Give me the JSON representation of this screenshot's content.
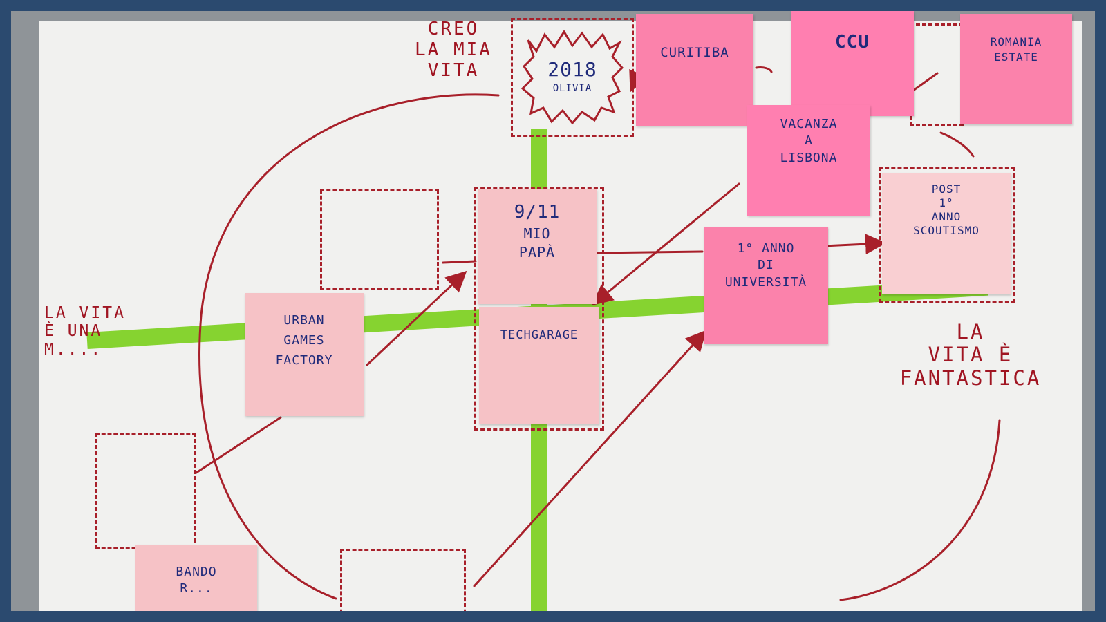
{
  "headings": {
    "creo_la_mia_vita": [
      "CREO",
      "LA MIA",
      "VITA"
    ],
    "la_vita_e_una_m": [
      "LA VITA",
      "È UNA",
      "M...."
    ],
    "la_vita_e_fantastica": [
      "LA",
      "VITA È",
      "FANTASTICA"
    ]
  },
  "notes": {
    "olivia": [
      "2018",
      "OLIVIA"
    ],
    "curitiba": [
      "CURITIBA"
    ],
    "ccu": [
      "CCU"
    ],
    "romania": [
      "ROMANIA",
      "ESTATE"
    ],
    "lisbona": [
      "VACANZA",
      "A",
      "LISBONA"
    ],
    "papa": [
      "9/11",
      "MIO",
      "PAPÀ"
    ],
    "universita": [
      "1° ANNO",
      "DI",
      "UNIVERSITÀ"
    ],
    "scoutismo": [
      "POST",
      "1°",
      "ANNO",
      "SCOUTISMO"
    ],
    "urban": [
      "URBAN",
      "GAMES",
      "FACTORY"
    ],
    "techgarage": [
      "TECHGARAGE"
    ],
    "bando": [
      "BANDO",
      "R..."
    ]
  },
  "colors": {
    "marker_red": "#a8202a",
    "tape_green": "#86d330",
    "note_pale_pink": "#f6c2c6",
    "note_hot_pink": "#fb82ab",
    "ink_blue": "#1f2a7a",
    "frame_blue": "#2b4a6f"
  }
}
